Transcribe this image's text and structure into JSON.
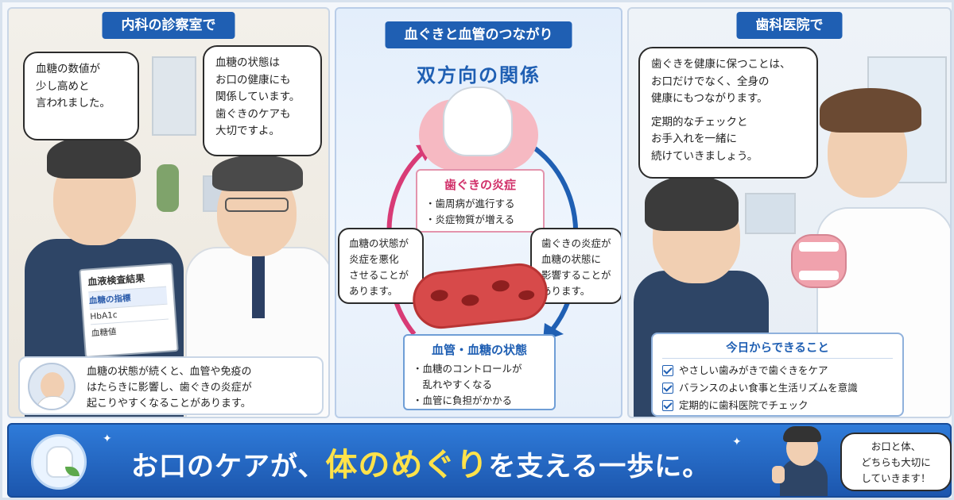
{
  "left": {
    "title": "内科の診察室で",
    "patient_bubble": [
      "血糖の数値が",
      "少し高めと",
      "言われました。"
    ],
    "doctor_bubble": [
      "血糖の状態は",
      "お口の健康にも",
      "関係しています。",
      "歯ぐきのケアも",
      "大切ですよ。"
    ],
    "report": {
      "title": "血液検査結果",
      "rows": [
        "血糖の指標",
        "HbA1c",
        "血糖値"
      ]
    },
    "caption": [
      "血糖の状態が続くと、血管や免疫の",
      "はたらきに影響し、歯ぐきの炎症が",
      "起こりやすくなることがあります。"
    ]
  },
  "middle": {
    "title": "血ぐきと血管のつながり",
    "subtitle": "双方向の関係",
    "gum_box": {
      "title": "歯ぐきの炎症",
      "items": [
        "・歯周病が進行する",
        "・炎症物質が増える"
      ]
    },
    "left_note": [
      "血糖の状態が",
      "炎症を悪化",
      "させることが",
      "あります。"
    ],
    "right_note": [
      "歯ぐきの炎症が",
      "血糖の状態に",
      "影響することが",
      "あります。"
    ],
    "vessel_box": {
      "title": "血管・血糖の状態",
      "items": [
        "・血糖のコントロールが",
        "　乱れやすくなる",
        "・血管に負担がかかる"
      ]
    }
  },
  "right": {
    "title": "歯科医院で",
    "hygienist_bubble": [
      "歯ぐきを健康に保つことは、",
      "お口だけでなく、全身の",
      "健康にもつながります。",
      "",
      "定期的なチェックと",
      "お手入れを一緒に",
      "続けていきましょう。"
    ],
    "todo": {
      "title": "今日からできること",
      "items": [
        "やさしい歯みがきで歯ぐきをケア",
        "バランスのよい食事と生活リズムを意識",
        "定期的に歯科医院でチェック"
      ]
    }
  },
  "banner": {
    "text_pre": "お口のケアが、",
    "text_highlight": "体のめぐり",
    "text_post": "を支える一歩に。",
    "bubble": [
      "お口と体、",
      "どちらも大切に",
      "していきます！"
    ]
  },
  "colors": {
    "brand_blue": "#1f5fb3",
    "pink": "#d1316a",
    "highlight": "#ffe24a"
  }
}
